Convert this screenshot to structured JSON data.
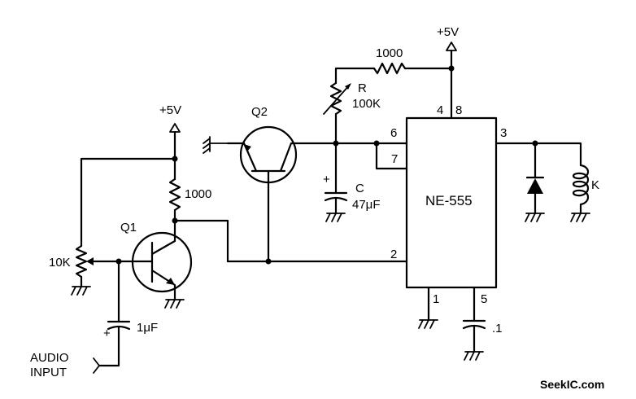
{
  "watermark": "SeekIC.com",
  "ic": {
    "name": "NE-555",
    "pins": {
      "p1": "1",
      "p2": "2",
      "p3": "3",
      "p4": "4",
      "p5": "5",
      "p6": "6",
      "p7": "7",
      "p8": "8"
    }
  },
  "supplies": {
    "left": "+5V",
    "right": "+5V"
  },
  "components": {
    "q1": "Q1",
    "q2": "Q2",
    "r_q1_collector": "1000",
    "r_top": "1000",
    "r_variable_name": "R",
    "r_variable_value": "100K",
    "pot": "10K",
    "cap_timing_name": "C",
    "cap_timing_value": "47μF",
    "cap_input": "1μF",
    "cap_ctrl": ".1",
    "relay": "K",
    "cap_plus": "+"
  },
  "input": {
    "line1": "AUDIO",
    "line2": "INPUT"
  }
}
